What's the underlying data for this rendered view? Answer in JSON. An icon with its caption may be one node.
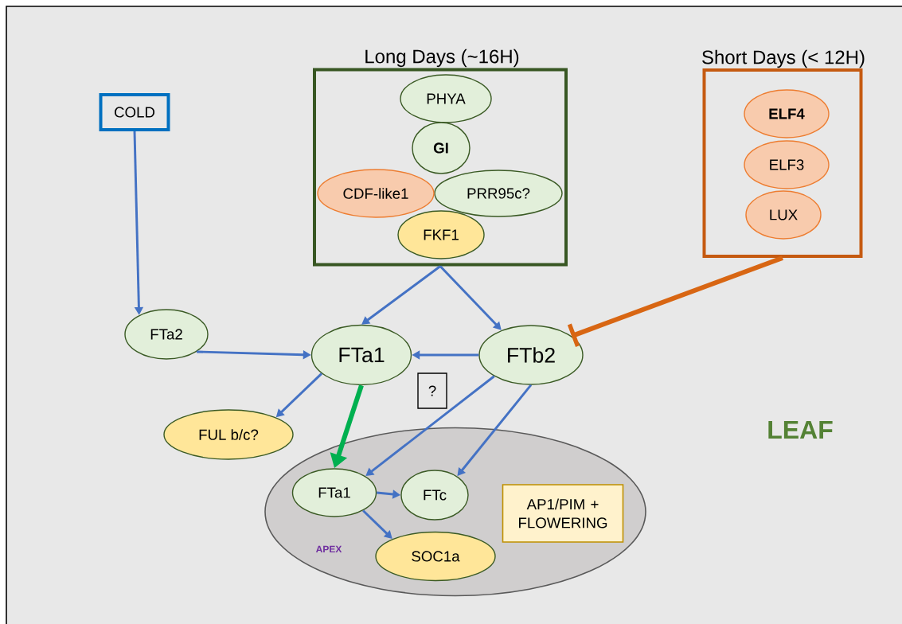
{
  "diagram": {
    "nodes": [
      {
        "text": [
          "Long Days (~16H)"
        ]
      },
      {
        "text": [
          "PHYA"
        ],
        "in": 0
      },
      {
        "text": [
          "GI"
        ],
        "in": 0
      },
      {
        "text": [
          "CDF-like1"
        ],
        "in": 0
      },
      {
        "text": [
          "PRR95c?"
        ],
        "in": 0
      },
      {
        "text": [
          "FKF1"
        ],
        "in": 0
      },
      {
        "text": [
          "Short Days (< 12H)"
        ]
      },
      {
        "text": [
          "ELF4"
        ],
        "in": 6
      },
      {
        "text": [
          "ELF3"
        ],
        "in": 6
      },
      {
        "text": [
          "LUX"
        ],
        "in": 6
      },
      {
        "text": [
          "COLD"
        ]
      },
      {
        "text": [
          "FTa2"
        ]
      },
      {
        "text": [
          "FTa1"
        ]
      },
      {
        "text": [
          "FTb2"
        ]
      },
      {
        "text": [
          "?"
        ]
      },
      {
        "text": [
          "FUL b/c?"
        ]
      },
      {
        "text": [
          "APEX"
        ]
      },
      {
        "text": [
          "FTa1"
        ],
        "in": 16
      },
      {
        "text": [
          "FTc"
        ],
        "in": 16
      },
      {
        "text": [
          "AP1/PIM + FLOWERING"
        ],
        "in": 16
      },
      {
        "text": [
          "SOC1a"
        ],
        "in": 16
      }
    ],
    "edges": [
      {
        "from": 10,
        "to": 11,
        "arrow": "to"
      },
      {
        "from": 0,
        "to": 12,
        "arrow": "to"
      },
      {
        "from": 0,
        "to": 13,
        "arrow": "to"
      },
      {
        "from": 11,
        "to": 12,
        "arrow": "to"
      },
      {
        "from": 13,
        "to": 12,
        "arrow": "to"
      },
      {
        "from": 12,
        "to": 15,
        "arrow": "to"
      },
      {
        "from": 12,
        "to": 17,
        "arrow": "to",
        "style": "thick",
        "color": "#00b050"
      },
      {
        "from": 13,
        "to": 17,
        "arrow": "to"
      },
      {
        "from": 13,
        "to": 18,
        "arrow": "to"
      },
      {
        "from": 6,
        "to": 13,
        "arrow": "other",
        "style": "thick",
        "color": "#d86613"
      },
      {
        "from": 17,
        "to": 18,
        "arrow": "to"
      },
      {
        "from": 17,
        "to": 20,
        "arrow": "to"
      }
    ],
    "labels": [
      "LEAF"
    ]
  }
}
